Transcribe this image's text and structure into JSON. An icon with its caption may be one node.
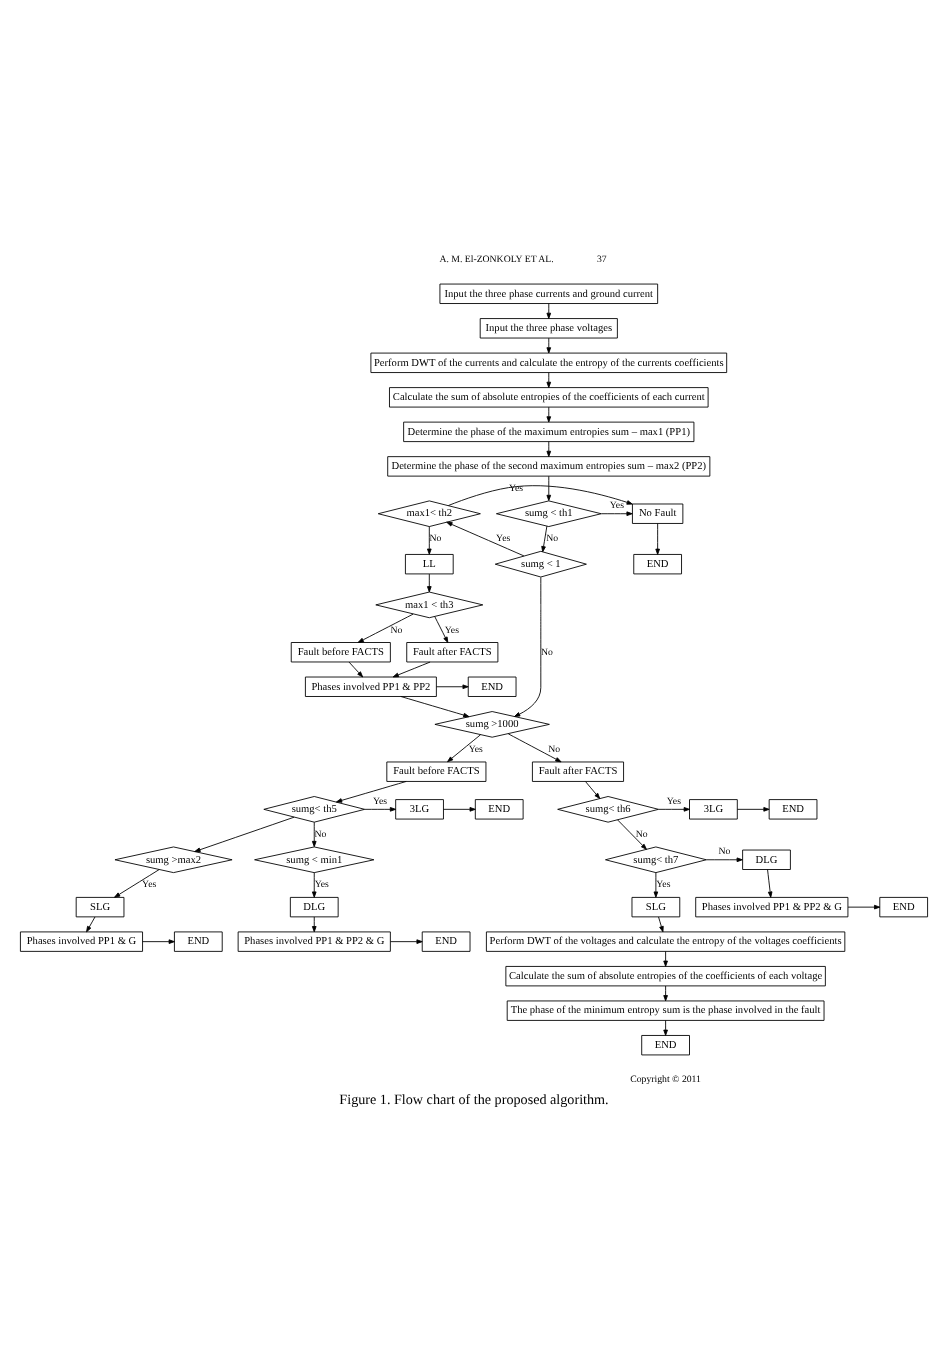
{
  "diagram": {
    "caption": "Figure 1. Flow chart of the proposed algorithm.",
    "nodes": [
      {
        "text": [
          "Input the three phase currents and ground current"
        ]
      },
      {
        "text": [
          "Input the three phase voltages"
        ]
      },
      {
        "text": [
          "Perform DWT of the currents and calculate the entropy of the currents coefficients"
        ]
      },
      {
        "text": [
          "Calculate the sum of absolute entropies of the coefficients of each current"
        ]
      },
      {
        "text": [
          "Determine the phase of the maximum entropies sum – max1 (PP1)"
        ]
      },
      {
        "text": [
          "Determine the phase of the second maximum entropies sum – max2 (PP2)"
        ]
      },
      {
        "text": [
          "sumg < th1"
        ]
      },
      {
        "text": [
          "sumg < 1"
        ]
      },
      {
        "text": [
          "max1< th2"
        ]
      },
      {
        "text": [
          "No Fault"
        ]
      },
      {
        "text": [
          "END"
        ]
      },
      {
        "text": [
          "LL"
        ]
      },
      {
        "text": [
          "max1 < th3"
        ]
      },
      {
        "text": [
          "Fault before FACTS"
        ]
      },
      {
        "text": [
          "Fault after FACTS"
        ]
      },
      {
        "text": [
          "END"
        ]
      },
      {
        "text": [
          "Phases involved PP1 & PP2"
        ]
      },
      {
        "text": [
          "sumg >1000"
        ]
      },
      {
        "text": [
          "Fault before FACTS"
        ]
      },
      {
        "text": [
          "sumg< th5"
        ]
      },
      {
        "text": [
          "3LG"
        ]
      },
      {
        "text": [
          "END"
        ]
      },
      {
        "text": [
          "sumg < min1"
        ]
      },
      {
        "text": [
          "sumg >max2"
        ]
      },
      {
        "text": [
          "DLG"
        ]
      },
      {
        "text": [
          "SLG"
        ]
      },
      {
        "text": [
          "END"
        ]
      },
      {
        "text": [
          "Phases involved PP1 & PP2 & G"
        ]
      },
      {
        "text": [
          "Phases involved PP1 & G"
        ]
      },
      {
        "text": [
          "END"
        ]
      },
      {
        "text": [
          "Fault after FACTS"
        ]
      },
      {
        "text": [
          "END"
        ]
      },
      {
        "text": [
          "3LG"
        ]
      },
      {
        "text": [
          "sumg< th6"
        ]
      },
      {
        "text": [
          "DLG"
        ]
      },
      {
        "text": [
          "sumg< th7"
        ]
      },
      {
        "text": [
          "END"
        ]
      },
      {
        "text": [
          "Phases involved PP1 & PP2 & G"
        ]
      },
      {
        "text": [
          "SLG"
        ]
      },
      {
        "text": [
          "Perform DWT of the voltages and calculate the entropy of the voltages coefficients"
        ]
      },
      {
        "text": [
          "Calculate the sum of absolute entropies of the coefficients of each voltage"
        ]
      },
      {
        "text": [
          "The phase of the minimum entropy sum is the phase involved in the fault"
        ]
      },
      {
        "text": [
          "END"
        ]
      }
    ],
    "edges": [
      {
        "from": 0,
        "to": 1,
        "arrow": "to"
      },
      {
        "from": 1,
        "to": 2,
        "arrow": "to"
      },
      {
        "from": 2,
        "to": 3,
        "arrow": "to"
      },
      {
        "from": 3,
        "to": 4,
        "arrow": "to"
      },
      {
        "from": 4,
        "to": 5,
        "arrow": "to"
      },
      {
        "from": 5,
        "to": 6,
        "arrow": "to"
      },
      {
        "from": 6,
        "to": 9,
        "arrow": "to",
        "label": "Yes"
      },
      {
        "from": 6,
        "to": 7,
        "arrow": "to",
        "label": "No"
      },
      {
        "from": 7,
        "to": 8,
        "arrow": "to",
        "label": "Yes"
      },
      {
        "from": 7,
        "to": 17,
        "arrow": "to",
        "label": "No"
      },
      {
        "from": 8,
        "to": 9,
        "arrow": "to",
        "label": "Yes"
      },
      {
        "from": 8,
        "to": 11,
        "arrow": "to",
        "label": "No"
      },
      {
        "from": 9,
        "to": 10,
        "arrow": "to"
      },
      {
        "from": 11,
        "to": 12,
        "arrow": "to"
      },
      {
        "from": 12,
        "to": 13,
        "arrow": "to",
        "label": "No"
      },
      {
        "from": 12,
        "to": 14,
        "arrow": "to",
        "label": "Yes"
      },
      {
        "from": 13,
        "to": 16,
        "arrow": "to"
      },
      {
        "from": 14,
        "to": 16,
        "arrow": "to"
      },
      {
        "from": 16,
        "to": 15,
        "arrow": "to"
      },
      {
        "from": 16,
        "to": 17,
        "arrow": "to"
      },
      {
        "from": 17,
        "to": 18,
        "arrow": "to",
        "label": "Yes"
      },
      {
        "from": 17,
        "to": 30,
        "arrow": "to",
        "label": "No"
      },
      {
        "from": 18,
        "to": 19,
        "arrow": "to"
      },
      {
        "from": 19,
        "to": 20,
        "arrow": "to",
        "label": "Yes"
      },
      {
        "from": 20,
        "to": 21,
        "arrow": "to"
      },
      {
        "from": 19,
        "to": 22,
        "arrow": "to",
        "label": "No"
      },
      {
        "from": 19,
        "to": 23,
        "arrow": "to"
      },
      {
        "from": 22,
        "to": 24,
        "arrow": "to",
        "label": "Yes"
      },
      {
        "from": 23,
        "to": 25,
        "arrow": "to",
        "label": "Yes"
      },
      {
        "from": 24,
        "to": 27,
        "arrow": "to"
      },
      {
        "from": 25,
        "to": 28,
        "arrow": "to"
      },
      {
        "from": 27,
        "to": 26,
        "arrow": "to"
      },
      {
        "from": 28,
        "to": 29,
        "arrow": "to"
      },
      {
        "from": 30,
        "to": 33,
        "arrow": "to"
      },
      {
        "from": 33,
        "to": 32,
        "arrow": "to",
        "label": "Yes"
      },
      {
        "from": 32,
        "to": 31,
        "arrow": "to"
      },
      {
        "from": 33,
        "to": 35,
        "arrow": "to",
        "label": "No"
      },
      {
        "from": 35,
        "to": 34,
        "arrow": "to",
        "label": "No"
      },
      {
        "from": 35,
        "to": 38,
        "arrow": "to",
        "label": "Yes"
      },
      {
        "from": 34,
        "to": 37,
        "arrow": "to"
      },
      {
        "from": 37,
        "to": 36,
        "arrow": "to"
      },
      {
        "from": 38,
        "to": 39,
        "arrow": "to"
      },
      {
        "from": 39,
        "to": 40,
        "arrow": "to"
      },
      {
        "from": 40,
        "to": 41,
        "arrow": "to"
      },
      {
        "from": 41,
        "to": 42,
        "arrow": "to"
      }
    ],
    "labels": [
      "A. M. El-ZONKOLY ET AL.",
      "37",
      "Copyright © 2011"
    ]
  }
}
